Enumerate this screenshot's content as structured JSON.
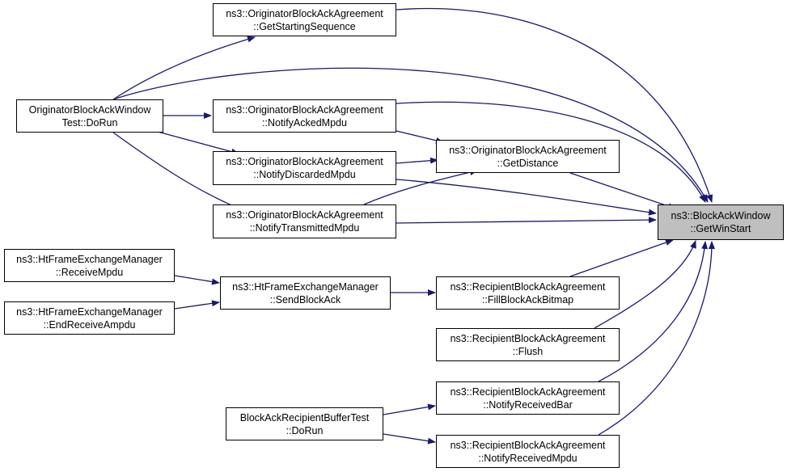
{
  "graph": {
    "edge_color": "#191970",
    "focus_fill": "#bfbfbf",
    "nodes": {
      "getwinstart": {
        "line1": "ns3::BlockAckWindow",
        "line2": "::GetWinStart"
      },
      "getstartingsequence": {
        "line1": "ns3::OriginatorBlockAckAgreement",
        "line2": "::GetStartingSequence"
      },
      "originator_dorun": {
        "line1": "OriginatorBlockAckWindow",
        "line2": "Test::DoRun"
      },
      "notifyackedmpdu": {
        "line1": "ns3::OriginatorBlockAckAgreement",
        "line2": "::NotifyAckedMpdu"
      },
      "notifydiscardedmpdu": {
        "line1": "ns3::OriginatorBlockAckAgreement",
        "line2": "::NotifyDiscardedMpdu"
      },
      "notifytransmittedmpdu": {
        "line1": "ns3::OriginatorBlockAckAgreement",
        "line2": "::NotifyTransmittedMpdu"
      },
      "getdistance": {
        "line1": "ns3::OriginatorBlockAckAgreement",
        "line2": "::GetDistance"
      },
      "receivempdu": {
        "line1": "ns3::HtFrameExchangeManager",
        "line2": "::ReceiveMpdu"
      },
      "endreceiveampdu": {
        "line1": "ns3::HtFrameExchangeManager",
        "line2": "::EndReceiveAmpdu"
      },
      "sendblockack": {
        "line1": "ns3::HtFrameExchangeManager",
        "line2": "::SendBlockAck"
      },
      "fillblockackbitmap": {
        "line1": "ns3::RecipientBlockAckAgreement",
        "line2": "::FillBlockAckBitmap"
      },
      "flush": {
        "line1": "ns3::RecipientBlockAckAgreement",
        "line2": "::Flush"
      },
      "notifyreceivedbar": {
        "line1": "ns3::RecipientBlockAckAgreement",
        "line2": "::NotifyReceivedBar"
      },
      "notifyreceivedmpdu": {
        "line1": "ns3::RecipientBlockAckAgreement",
        "line2": "::NotifyReceivedMpdu"
      },
      "recipient_dorun": {
        "line1": "BlockAckRecipientBufferTest",
        "line2": "::DoRun"
      }
    },
    "edges": [
      {
        "from": "getstartingsequence",
        "to": "getwinstart"
      },
      {
        "from": "originator_dorun",
        "to": "getstartingsequence"
      },
      {
        "from": "originator_dorun",
        "to": "getwinstart"
      },
      {
        "from": "originator_dorun",
        "to": "notifyackedmpdu"
      },
      {
        "from": "originator_dorun",
        "to": "notifydiscardedmpdu"
      },
      {
        "from": "originator_dorun",
        "to": "notifytransmittedmpdu"
      },
      {
        "from": "notifyackedmpdu",
        "to": "getwinstart"
      },
      {
        "from": "notifyackedmpdu",
        "to": "getdistance"
      },
      {
        "from": "notifydiscardedmpdu",
        "to": "getdistance"
      },
      {
        "from": "notifydiscardedmpdu",
        "to": "getwinstart"
      },
      {
        "from": "notifytransmittedmpdu",
        "to": "getdistance"
      },
      {
        "from": "notifytransmittedmpdu",
        "to": "getwinstart"
      },
      {
        "from": "getdistance",
        "to": "getwinstart"
      },
      {
        "from": "receivempdu",
        "to": "sendblockack"
      },
      {
        "from": "endreceiveampdu",
        "to": "sendblockack"
      },
      {
        "from": "sendblockack",
        "to": "fillblockackbitmap"
      },
      {
        "from": "fillblockackbitmap",
        "to": "getwinstart"
      },
      {
        "from": "flush",
        "to": "getwinstart"
      },
      {
        "from": "notifyreceivedbar",
        "to": "getwinstart"
      },
      {
        "from": "notifyreceivedmpdu",
        "to": "getwinstart"
      },
      {
        "from": "recipient_dorun",
        "to": "notifyreceivedbar"
      },
      {
        "from": "recipient_dorun",
        "to": "notifyreceivedmpdu"
      }
    ]
  }
}
